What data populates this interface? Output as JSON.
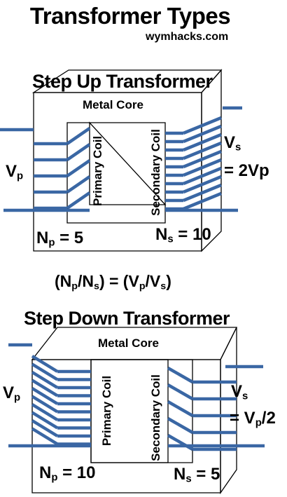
{
  "title": "Transformer Types",
  "site": "wymhacks.com",
  "colors": {
    "winding": "#3a67a4",
    "outline": "#000000",
    "background": "#ffffff"
  },
  "step_up": {
    "heading": "Step Up Transformer",
    "core_label": "Metal Core",
    "primary_coil": "Primary Coil",
    "secondary_coil": "Secondary Coil",
    "vp": {
      "main": "V",
      "sub": "p"
    },
    "vs": {
      "main": "V",
      "sub": "s"
    },
    "vs_relation": "= 2Vp",
    "np": {
      "main": "N",
      "sub": "p",
      "rest": " = 5"
    },
    "ns": {
      "main": "N",
      "sub": "s",
      "rest": " = 10"
    },
    "primary_turns": 5,
    "secondary_turns": 10
  },
  "ratio": {
    "p1": "(N",
    "s1": "p",
    "p2": "/N",
    "s2": "s",
    "p3": ") = (V",
    "s3": "p",
    "p4": "/V",
    "s4": "s",
    "p5": ")"
  },
  "step_down": {
    "heading": "Step Down Transformer",
    "core_label": "Metal Core",
    "primary_coil": "Primary Coil",
    "secondary_coil": "Secondary Coil",
    "vp": {
      "main": "V",
      "sub": "p"
    },
    "vs": {
      "main": "V",
      "sub": "s"
    },
    "vs_rel_a": "= V",
    "vs_rel_sub": "p",
    "vs_rel_b": "/2",
    "np": {
      "main": "N",
      "sub": "p",
      "rest": " = 10"
    },
    "ns": {
      "main": "N",
      "sub": "s",
      "rest": " = 5"
    },
    "primary_turns": 10,
    "secondary_turns": 5
  }
}
